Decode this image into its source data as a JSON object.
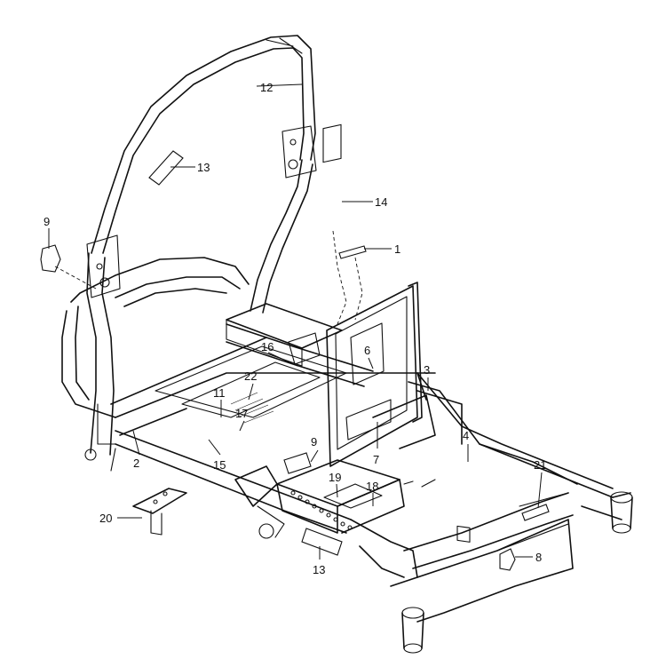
{
  "diagram": {
    "callouts": {
      "c1": "1",
      "c2": "2",
      "c3": "3",
      "c4": "4",
      "c6": "6",
      "c7": "7",
      "c8": "8",
      "c9a": "9",
      "c9b": "9",
      "c11": "11",
      "c12": "12",
      "c13a": "13",
      "c13b": "13",
      "c14": "14",
      "c15": "15",
      "c16": "16",
      "c17": "17",
      "c18": "18",
      "c19": "19",
      "c20": "20",
      "c21": "21",
      "c22": "22"
    }
  }
}
